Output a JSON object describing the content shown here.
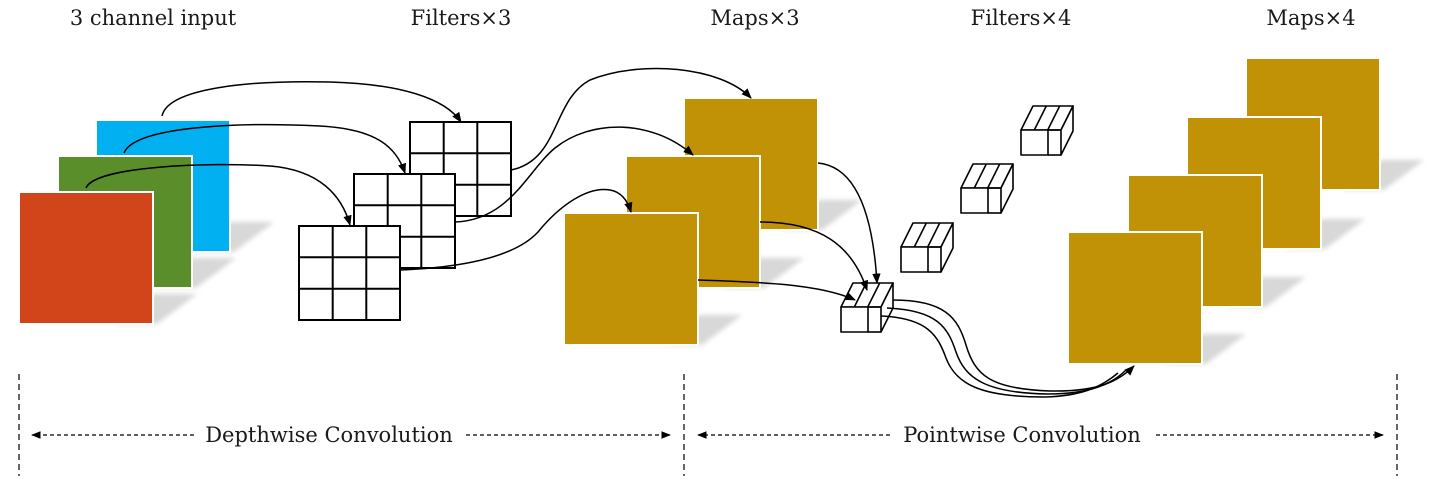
{
  "labels": {
    "input": "3 channel input",
    "filters_depthwise": "Filters×3",
    "maps_depthwise": "Maps×3",
    "filters_pointwise": "Filters×4",
    "maps_pointwise": "Maps×4"
  },
  "sections": {
    "depthwise": "Depthwise Convolution",
    "pointwise": "Pointwise Convolution"
  },
  "colors": {
    "input_channels": [
      "#d2451a",
      "#5a8e2a",
      "#00b0f0"
    ],
    "feature_map": "#c29206",
    "shadow": "#dadada",
    "stroke": "#000000"
  }
}
